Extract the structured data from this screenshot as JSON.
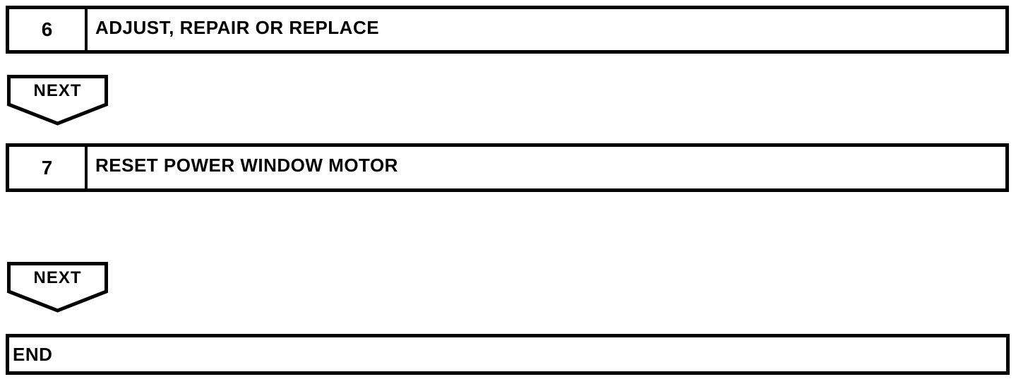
{
  "flowchart": {
    "steps": [
      {
        "number": "6",
        "label": "ADJUST, REPAIR OR REPLACE"
      },
      {
        "number": "7",
        "label": "RESET POWER WINDOW MOTOR"
      }
    ],
    "connectors": [
      {
        "label": "NEXT"
      },
      {
        "label": "NEXT"
      }
    ],
    "end": {
      "label": "END"
    }
  },
  "colors": {
    "line": "#000000",
    "fill": "#ffffff",
    "text": "#000000"
  }
}
